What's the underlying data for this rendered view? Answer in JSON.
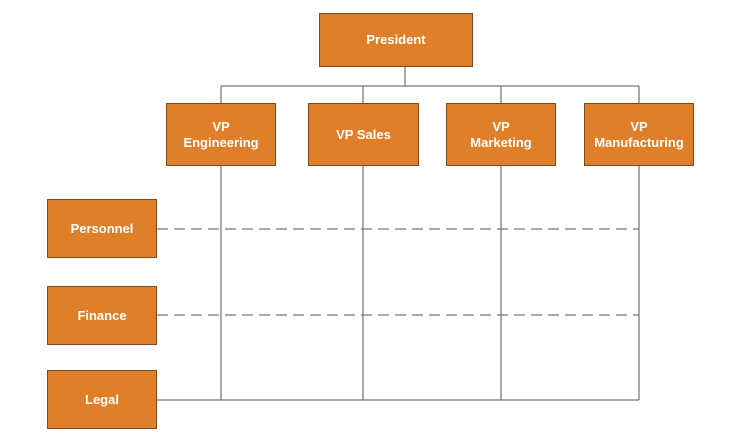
{
  "diagram": {
    "top": {
      "label": "President"
    },
    "vps": [
      {
        "label": "VP\nEngineering"
      },
      {
        "label": "VP Sales"
      },
      {
        "label": "VP\nMarketing"
      },
      {
        "label": "VP\nManufacturing"
      }
    ],
    "functions": [
      {
        "label": "Personnel"
      },
      {
        "label": "Finance"
      },
      {
        "label": "Legal"
      }
    ],
    "colors": {
      "box_fill": "#e07f2a",
      "box_border": "#7a4a1e",
      "box_text": "#ffffff",
      "line": "#555555",
      "dashed_line": "#777777"
    }
  }
}
